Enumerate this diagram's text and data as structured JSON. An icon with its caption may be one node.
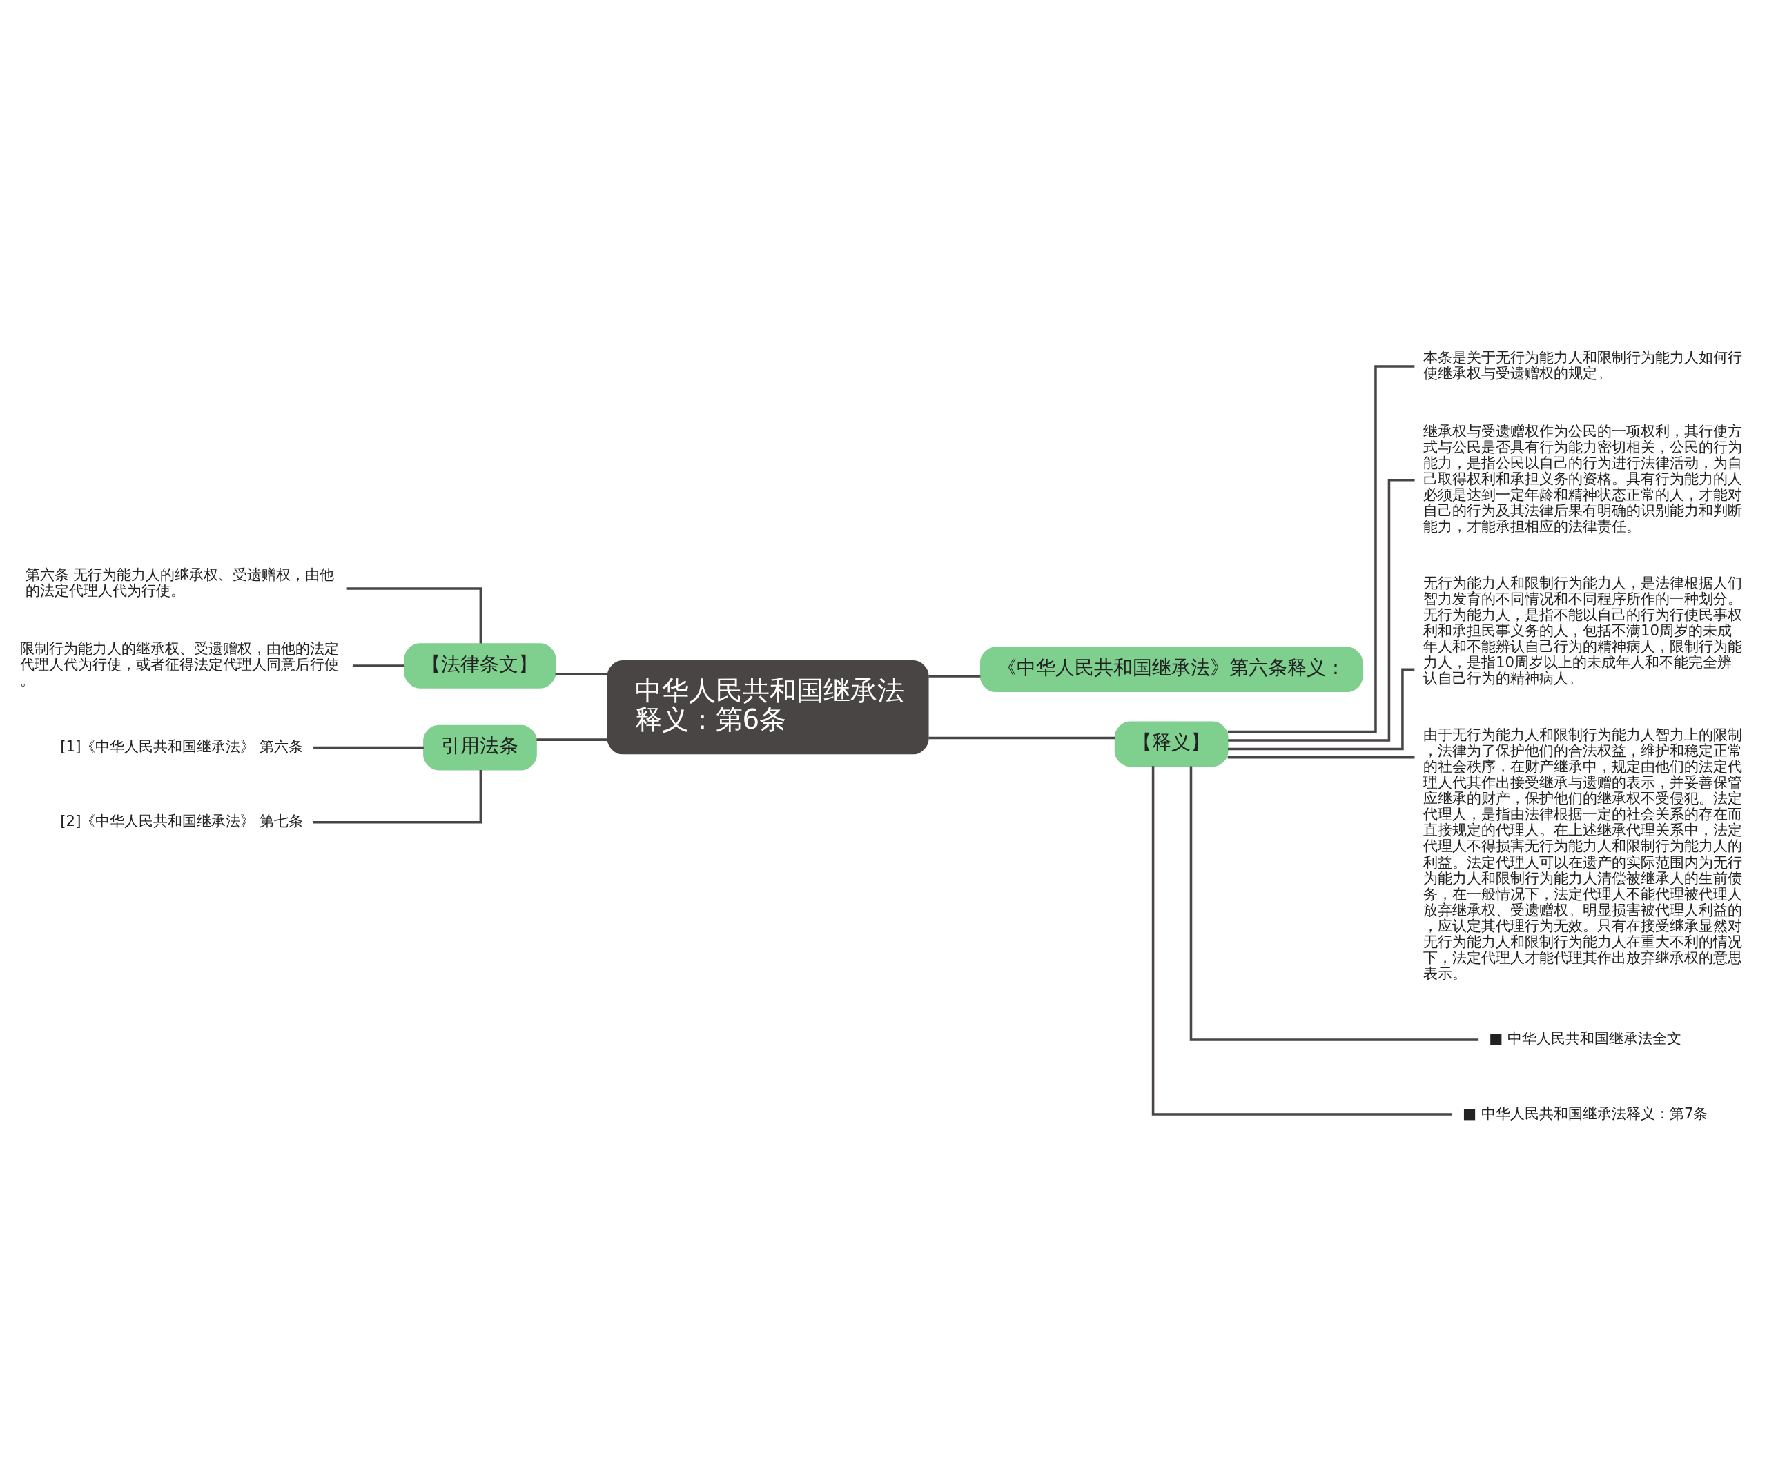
{
  "diagram": {
    "nodes": [
      {
        "text": [
          "中华人民共和国继承法释义：第6条"
        ]
      },
      {
        "text": [
          "【法律条文】"
        ]
      },
      {
        "text": [
          "第六条 无行为能力人的继承权、受遗赠权，由他的法定代理人代为行使。"
        ]
      },
      {
        "text": [
          "限制行为能力人的继承权、受遗赠权，由他的法定代理人代为行使，或者征得法定代理人同意后行使。"
        ]
      },
      {
        "text": [
          "引用法条"
        ]
      },
      {
        "text": [
          "[1]《中华人民共和国继承法》 第六条"
        ]
      },
      {
        "text": [
          "[2]《中华人民共和国继承法》 第七条"
        ]
      },
      {
        "text": [
          "《中华人民共和国继承法》第六条释义："
        ]
      },
      {
        "text": [
          "【释义】"
        ]
      },
      {
        "text": [
          "本条是关于无行为能力人和限制行为能力人如何行使继承权与受遗赠权的规定。"
        ]
      },
      {
        "text": [
          "继承权与受遗赠权作为公民的一项权利，其行使方式与公民是否具有行为能力密切相关，公民的行为能力，是指公民以自己的行为进行法律活动，为自己取得权利和承担义务的资格。具有行为能力的人必须是达到一定年龄和精神状态正常的人，才能对自己的行为及其法律后果有明确的识别能力和判断能力，才能承担相应的法律责任。"
        ]
      },
      {
        "text": [
          "无行为能力人和限制行为能力人，是法律根据人们智力发育的不同情况和不同程序所作的一种划分。无行为能力人，是指不能以自己的行为行使民事权利和承担民事义务的人，包括不满10周岁的未成年人和不能辨认自己行为的精神病人，限制行为能力人，是指10周岁以上的未成年人和不能完全辨认自己行为的精神病人。"
        ]
      },
      {
        "text": [
          "由于无行为能力人和限制行为能力人智力上的限制，法律为了保护他们的合法权益，维护和稳定正常的社会秩序，在财产继承中，规定由他们的法定代理人代其作出接受继承与遗赠的表示，并妥善保管应继承的财产，保护他们的继承权不受侵犯。法定代理人，是指由法律根据一定的社会关系的存在而直接规定的代理人。在上述继承代理关系中，法定代理人不得损害无行为能力人和限制行为能力人的利益。法定代理人可以在遗产的实际范围内为无行为能力人和限制行为能力人清偿被继承人的生前债务，在一般情况下，法定代理人不能代理被代理人放弃继承权、受遗赠权。明显损害被代理人利益的，应认定其代理行为无效。只有在接受继承显然对无行为能力人和限制行为能力人在重大不利的情况下，法定代理人才能代理其作出放弃继承权的意思表示。"
        ]
      },
      {
        "text": [
          "■ 中华人民共和国继承法全文"
        ]
      },
      {
        "text": [
          "■ 中华人民共和国继承法释义：第7条"
        ]
      }
    ],
    "edges": [
      {
        "from": 0,
        "to": 1,
        "arrow": "none"
      },
      {
        "from": 1,
        "to": 2,
        "arrow": "none"
      },
      {
        "from": 1,
        "to": 3,
        "arrow": "none"
      },
      {
        "from": 0,
        "to": 4,
        "arrow": "none"
      },
      {
        "from": 4,
        "to": 5,
        "arrow": "none"
      },
      {
        "from": 4,
        "to": 6,
        "arrow": "none"
      },
      {
        "from": 0,
        "to": 7,
        "arrow": "none"
      },
      {
        "from": 0,
        "to": 8,
        "arrow": "none"
      },
      {
        "from": 8,
        "to": 9,
        "arrow": "none"
      },
      {
        "from": 8,
        "to": 10,
        "arrow": "none"
      },
      {
        "from": 8,
        "to": 11,
        "arrow": "none"
      },
      {
        "from": 8,
        "to": 12,
        "arrow": "none"
      },
      {
        "from": 8,
        "to": 13,
        "arrow": "none"
      },
      {
        "from": 8,
        "to": 14,
        "arrow": "none"
      }
    ]
  }
}
